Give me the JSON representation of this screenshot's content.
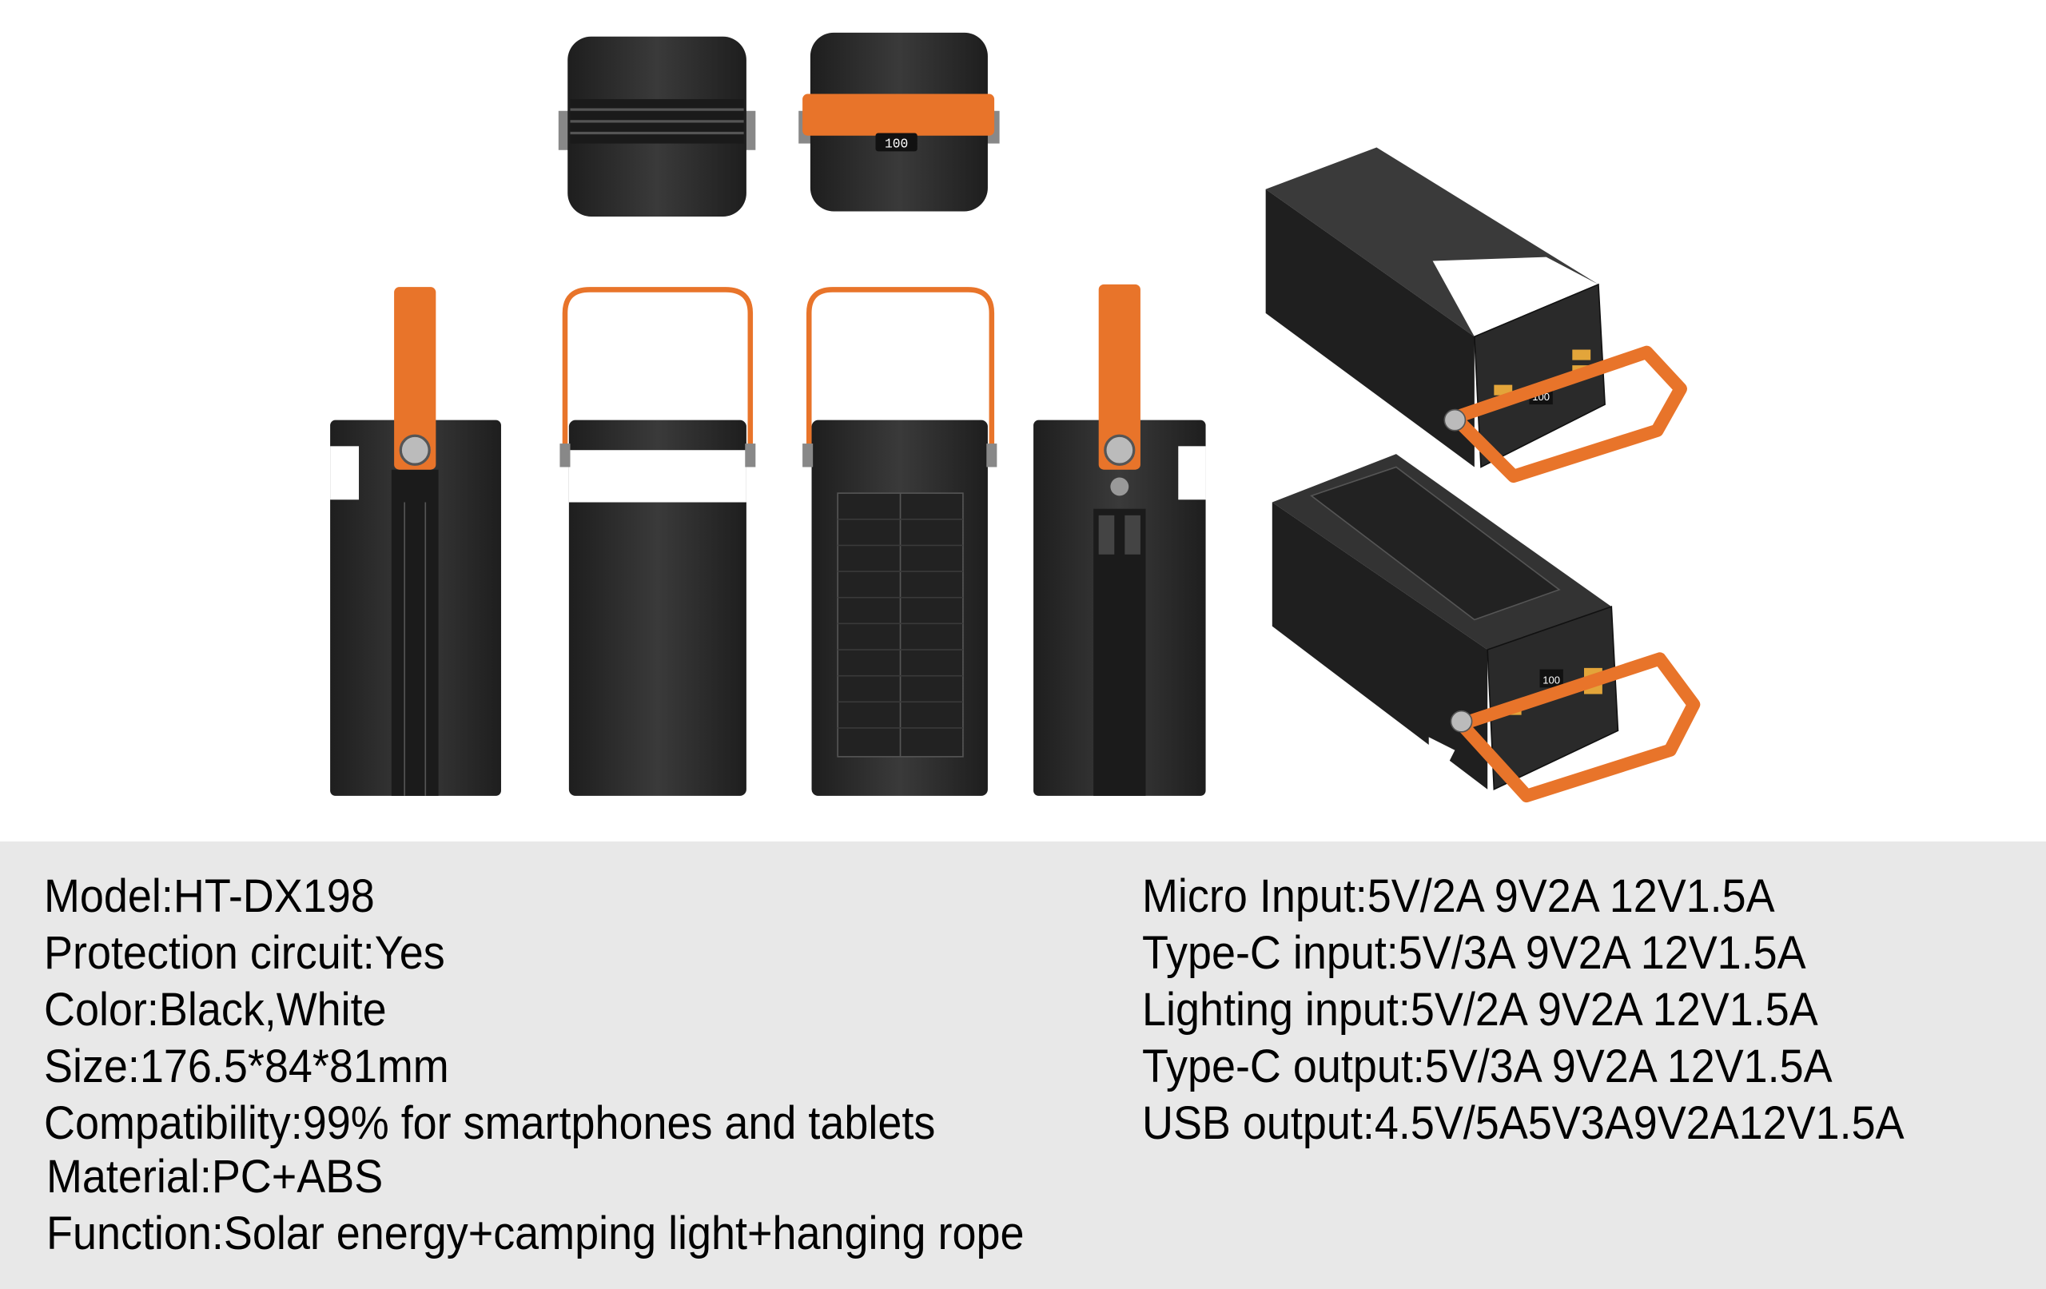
{
  "product": {
    "display_reading": "100",
    "colors": {
      "body": "#2b2b2b",
      "strap": "#e8742a",
      "light_band": "#ffffff",
      "port": "#e3a53a",
      "panel_bg": "#e8e8e8"
    }
  },
  "specs_left": [
    "Model:HT-DX198",
    "Protection circuit:Yes",
    "Color:Black,White",
    "Size:176.5*84*81mm",
    "Compatibility:99% for smartphones and tablets",
    "Material:PC+ABS",
    "Function:Solar energy+camping light+hanging rope"
  ],
  "specs_right": [
    "Micro Input:5V/2A 9V2A 12V1.5A",
    "Type-C input:5V/3A 9V2A 12V1.5A",
    "Lighting input:5V/2A 9V2A 12V1.5A",
    "Type-C output:5V/3A 9V2A 12V1.5A",
    "USB output:4.5V/5A5V3A9V2A12V1.5A"
  ]
}
